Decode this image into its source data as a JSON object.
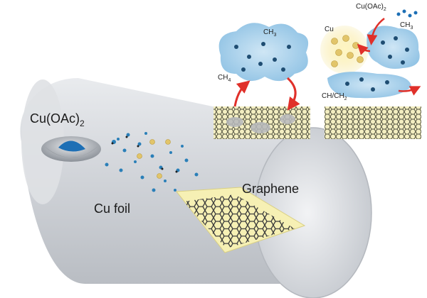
{
  "labels": {
    "precursor_base": "Cu(OAc)",
    "precursor_sub": "2",
    "graphene": "Graphene",
    "cu_foil": "Cu foil",
    "inset_ch3_left": "CH",
    "inset_ch3_left_sub": "3",
    "inset_ch4": "CH",
    "inset_ch4_sub": "4",
    "inset_cu": "Cu",
    "inset_ch3_right": "CH",
    "inset_ch3_right_sub": "3",
    "inset_precursor_base": "Cu(OAc)",
    "inset_precursor_sub": "2",
    "inset_chch2_a": "CH/CH",
    "inset_chch2_sub": "2"
  },
  "colors": {
    "tube": "#c9ccd1",
    "graphene_lattice": "#3b3b3b",
    "cu_foil": "#f6f0b4",
    "precursor_powder": "#1d6fb5",
    "arrow": "#e0302a",
    "cloud": "#8fc2e4",
    "cu_atom": "#e2c56a"
  }
}
